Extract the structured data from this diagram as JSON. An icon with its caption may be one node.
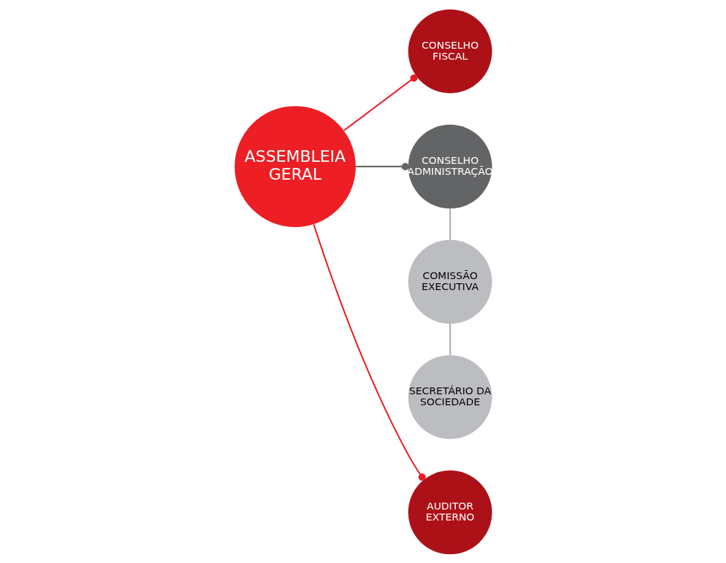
{
  "diagram": {
    "nodes": [
      {
        "text": [
          "CONSELHO FISCAL"
        ]
      },
      {
        "text": [
          "CONSELHO ADMINISTRAÇÃO"
        ]
      },
      {
        "text": [
          "ASSEMBLEIA GERAL"
        ]
      },
      {
        "text": [
          "COMISSÃO EXECUTIVA"
        ]
      },
      {
        "text": [
          "AUDITOR EXTERNO"
        ]
      },
      {
        "text": [
          "SECRETÁRIO DA SOCIEDADE"
        ]
      }
    ],
    "edges": [
      {
        "from": 2,
        "to": 0,
        "arrow": "other",
        "color": "#ed1c24"
      },
      {
        "from": 2,
        "to": 1,
        "arrow": "other",
        "color": "#636466"
      },
      {
        "from": 2,
        "to": 4,
        "arrow": "other",
        "color": "#ed1c24"
      },
      {
        "from": 1,
        "to": 3,
        "arrow": "none",
        "color": "#a7a9ac"
      },
      {
        "from": 3,
        "to": 5,
        "arrow": "none",
        "color": "#a7a9ac"
      }
    ]
  }
}
